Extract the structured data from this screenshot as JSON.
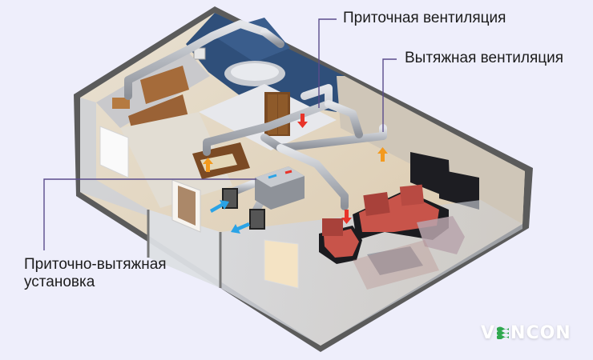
{
  "labels": {
    "supply_ventilation": "Приточная вентиляция",
    "exhaust_ventilation": "Вытяжная вентиляция",
    "air_handling_unit_line1": "Приточно-вытяжная",
    "air_handling_unit_line2": "установка"
  },
  "logo": {
    "prefix": "V",
    "suffix": "NCON",
    "accent_color": "#2fa84f"
  },
  "colors": {
    "background": "#eeeefb",
    "leader_line": "#5a4c8c",
    "supply_arrow": "#e8342a",
    "exhaust_arrow": "#f39a1e",
    "outdoor_arrow": "#2aa3e6",
    "duct": "#b9bcc2",
    "wall_blue": "#2f4f7a",
    "sofa": "#c8544a",
    "wood": "#8a5a2e"
  }
}
